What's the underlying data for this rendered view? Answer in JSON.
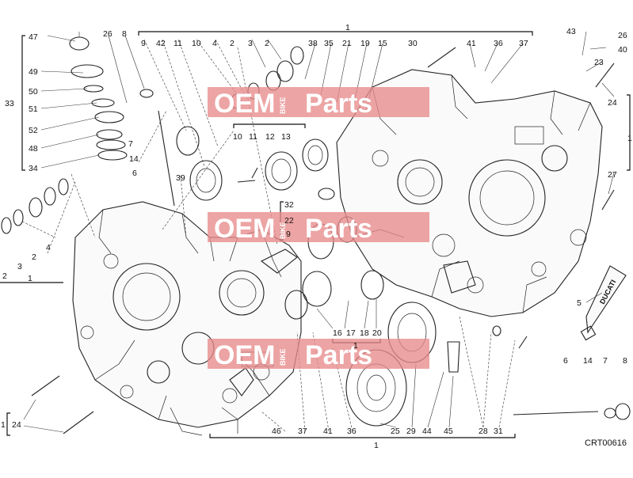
{
  "diagram": {
    "reference": "CRT00616",
    "watermark": {
      "brand_left": "OEM",
      "brand_sub": "BIKE",
      "brand_right": "Parts",
      "color": "#e88a8a"
    },
    "labels": {
      "top_row": [
        "9",
        "42",
        "11",
        "10",
        "4",
        "2",
        "3",
        "2",
        "38",
        "35",
        "21",
        "19",
        "15",
        "30",
        "41",
        "36",
        "37"
      ],
      "left_col": [
        "47",
        "49",
        "50",
        "51",
        "52",
        "48",
        "34"
      ],
      "misc": [
        "26",
        "8",
        "33",
        "7",
        "14",
        "6",
        "39",
        "1",
        "10",
        "11",
        "12",
        "13",
        "32",
        "22",
        "9",
        "16",
        "17",
        "18",
        "20",
        "43",
        "26",
        "40",
        "23",
        "24",
        "1",
        "27",
        "5",
        "6",
        "14",
        "7",
        "8",
        "2",
        "3",
        "2",
        "4",
        "1",
        "1",
        "24",
        "37",
        "41",
        "36",
        "25",
        "29",
        "44",
        "45",
        "28",
        "31",
        "46",
        "1",
        "1"
      ]
    }
  }
}
